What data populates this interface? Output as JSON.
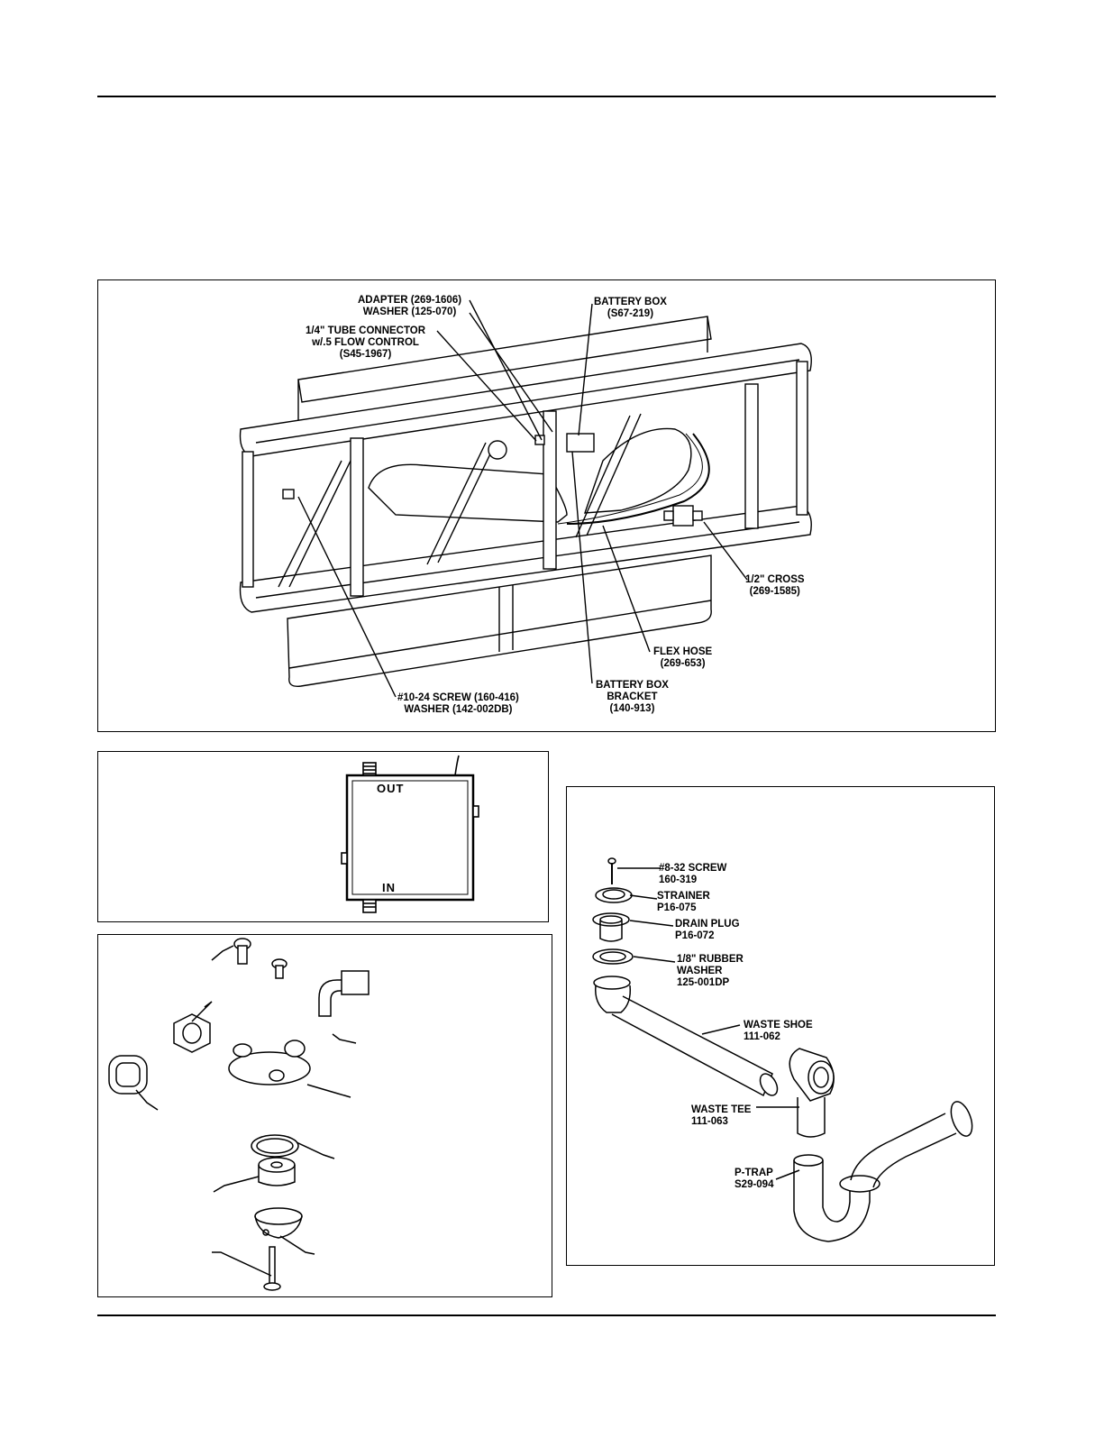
{
  "main_assembly": {
    "labels": {
      "adapter": "ADAPTER (269-1606)\nWASHER (125-070)",
      "tube_connector": "1/4\" TUBE CONNECTOR\nw/.5 FLOW CONTROL\n(S45-1967)",
      "battery_box": "BATTERY BOX\n(S67-219)",
      "cross": "1/2\" CROSS\n(269-1585)",
      "flex_hose": "FLEX HOSE\n(269-653)",
      "battery_box_bracket": "BATTERY BOX\nBRACKET\n(140-913)",
      "screw": "#10-24 SCREW (160-416)\nWASHER (142-002DB)"
    }
  },
  "battery_box_detail": {
    "out_label": "OUT",
    "in_label": "IN"
  },
  "drain_assembly": {
    "labels": {
      "screw": "#8-32 SCREW\n160-319",
      "strainer": "STRAINER\nP16-075",
      "drain_plug": "DRAIN PLUG\nP16-072",
      "rubber_washer": "1/8\" RUBBER\nWASHER\n125-001DP",
      "waste_shoe": "WASTE SHOE\n111-062",
      "waste_tee": "WASTE TEE\n111-063",
      "p_trap": "P-TRAP\nS29-094"
    }
  }
}
